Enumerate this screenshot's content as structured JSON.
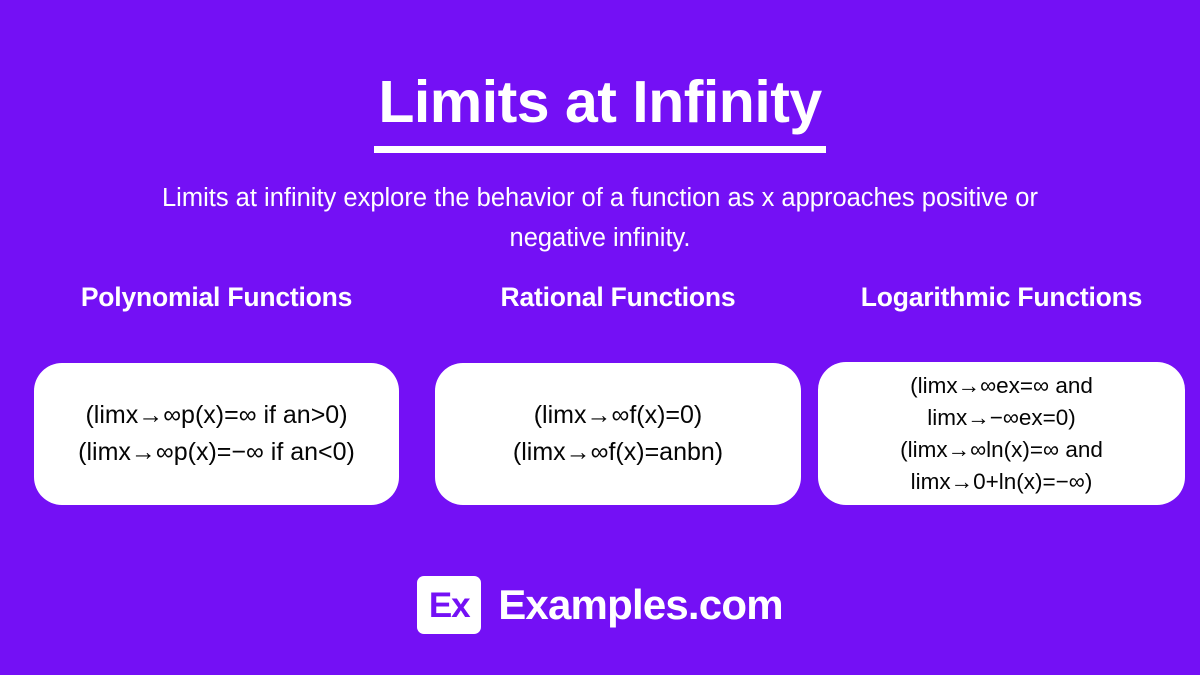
{
  "theme": {
    "background_color": "#7410f5",
    "card_color": "#ffffff",
    "text_on_background": "#ffffff",
    "text_on_card": "#050505"
  },
  "header": {
    "title": "Limits at Infinity",
    "subtitle": "Limits at infinity explore the behavior of a function as x approaches positive or negative infinity."
  },
  "columns": [
    {
      "heading": "Polynomial Functions",
      "formulas": [
        "(limx→∞p(x)=∞ if an>0)",
        "(limx→∞p(x)=−∞ if an<0)"
      ]
    },
    {
      "heading": "Rational Functions",
      "formulas": [
        "(limx→∞f(x)=0)",
        "(limx→∞f(x)=anbn)"
      ]
    },
    {
      "heading": "Logarithmic Functions",
      "formulas": [
        "(limx→∞ex=∞ and",
        "limx→−∞ex=0)",
        "(limx→∞ln(x)=∞ and",
        "limx→0+ln(x)=−∞)"
      ]
    }
  ],
  "footer": {
    "logo_mark_text": "Ex",
    "logo_word": "Examples.com"
  }
}
